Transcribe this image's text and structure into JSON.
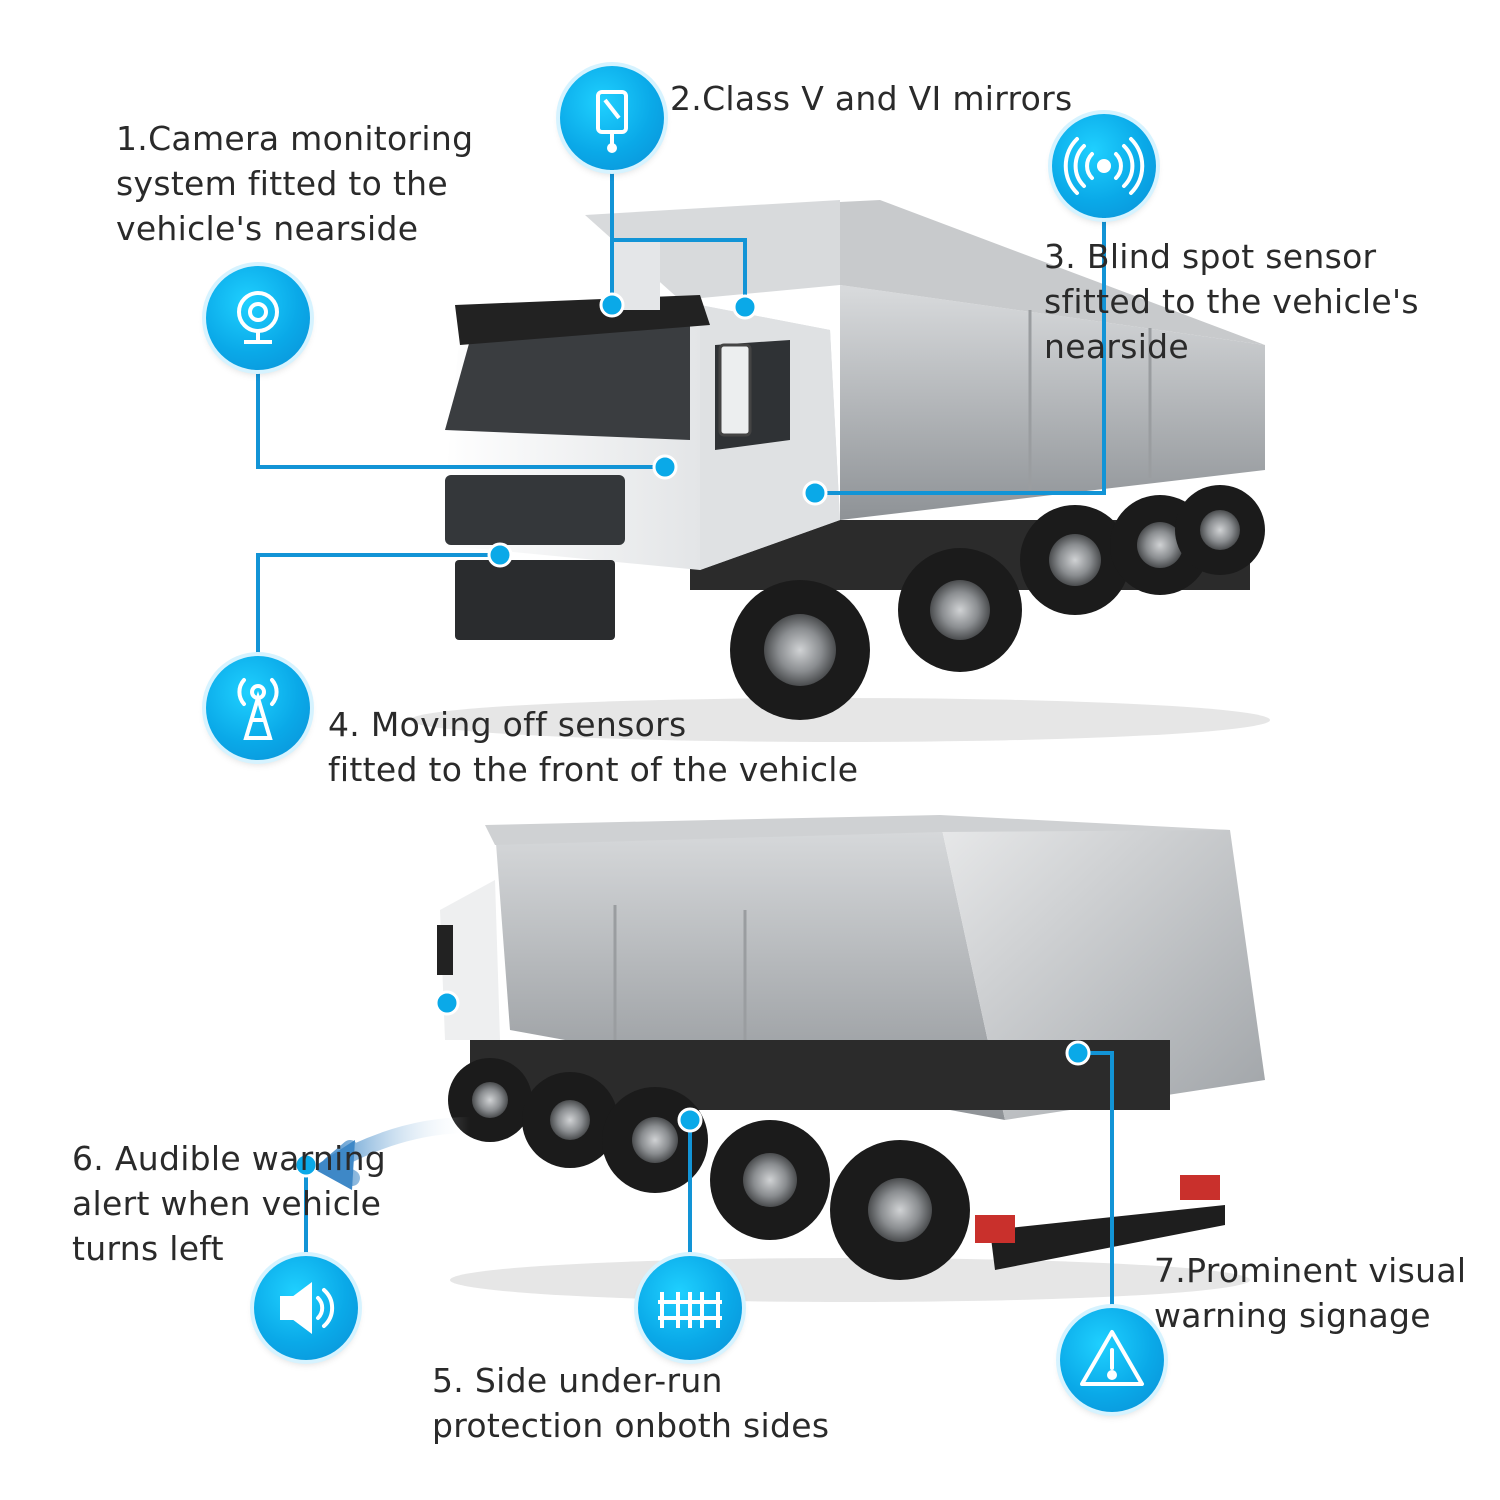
{
  "callouts": [
    {
      "id": "camera",
      "number": "1",
      "lines": [
        "1.Camera monitoring",
        "system fitted to the",
        "vehicle's nearside"
      ],
      "icon": "webcam-icon"
    },
    {
      "id": "mirrors",
      "number": "2",
      "lines": [
        "2.Class V and VI mirrors"
      ],
      "icon": "mirror-icon"
    },
    {
      "id": "blindspot",
      "number": "3",
      "lines": [
        "3. Blind spot sensor",
        "sfitted to the vehicle's",
        "nearside"
      ],
      "icon": "sensor-waves-icon"
    },
    {
      "id": "movingoff",
      "number": "4",
      "lines": [
        "4. Moving off sensors",
        "fitted to the front of the vehicle"
      ],
      "icon": "antenna-icon"
    },
    {
      "id": "underrun",
      "number": "5",
      "lines": [
        "5. Side under-run",
        "protection onboth sides"
      ],
      "icon": "fence-icon"
    },
    {
      "id": "audible",
      "number": "6",
      "lines": [
        "6. Audible warning",
        "alert when vehicle",
        "turns left"
      ],
      "icon": "speaker-icon"
    },
    {
      "id": "signage",
      "number": "7",
      "lines": [
        "7.Prominent visual",
        "warning signage"
      ],
      "icon": "warning-triangle-icon"
    }
  ],
  "colors": {
    "accent": "#0aa9e8",
    "line": "#1294d6",
    "text": "#2a2a2a",
    "truck_body": "#b9bcc0",
    "cab": "#eef0f2",
    "tire": "#1b1b1b"
  }
}
